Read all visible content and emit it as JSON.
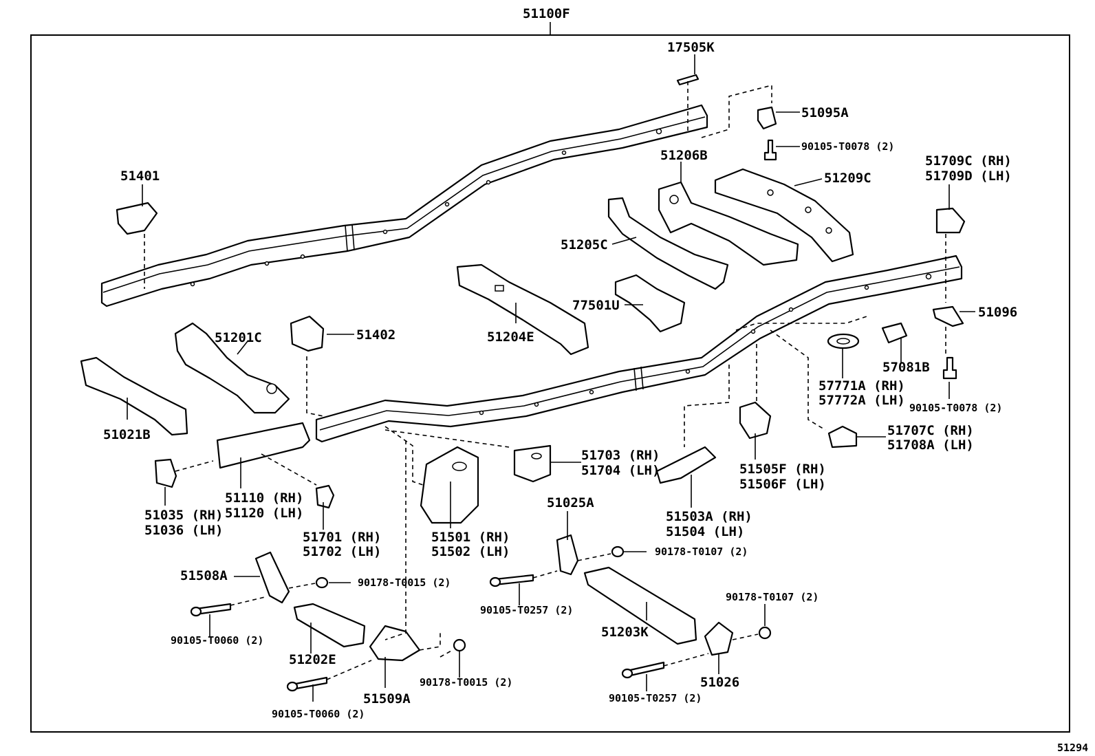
{
  "diagram_code": "51294",
  "labels": {
    "l51100F": "51100F",
    "l17505K": "17505K",
    "l51095A": "51095A",
    "l90105_T0078_a": "90105-T0078 (2)",
    "l51206B": "51206B",
    "l51209C": "51209C",
    "l51709C": "51709C (RH)",
    "l51709D": "51709D (LH)",
    "l51401": "51401",
    "l51205C": "51205C",
    "l77501U": "77501U",
    "l51204E": "51204E",
    "l51096": "51096",
    "l51201C": "51201C",
    "l51402": "51402",
    "l57771A": "57771A (RH)",
    "l57772A": "57772A (LH)",
    "l57081B": "57081B",
    "l90105_T0078_b": "90105-T0078 (2)",
    "l51021B": "51021B",
    "l51703": "51703 (RH)",
    "l51704": "51704 (LH)",
    "l51707C": "51707C (RH)",
    "l51708A": "51708A (LH)",
    "l51505F": "51505F (RH)",
    "l51506F": "51506F (LH)",
    "l51035": "51035 (RH)",
    "l51036": "51036 (LH)",
    "l51110": "51110 (RH)",
    "l51120": "51120 (LH)",
    "l51701": "51701 (RH)",
    "l51702": "51702 (LH)",
    "l51501": "51501 (RH)",
    "l51502": "51502 (LH)",
    "l51025A": "51025A",
    "l51503A": "51503A (RH)",
    "l51504": "51504 (LH)",
    "l51508A": "51508A",
    "l90178_T0015_a": "90178-T0015 (2)",
    "l90178_T0107_a": "90178-T0107 (2)",
    "l90105_T0257_a": "90105-T0257 (2)",
    "l90178_T0107_b": "90178-T0107 (2)",
    "l90105_T0060_a": "90105-T0060 (2)",
    "l51202E": "51202E",
    "l51203K": "51203K",
    "l51509A": "51509A",
    "l90178_T0015_b": "90178-T0015 (2)",
    "l51026": "51026",
    "l90105_T0257_b": "90105-T0257 (2)",
    "l90105_T0060_b": "90105-T0060 (2)"
  }
}
